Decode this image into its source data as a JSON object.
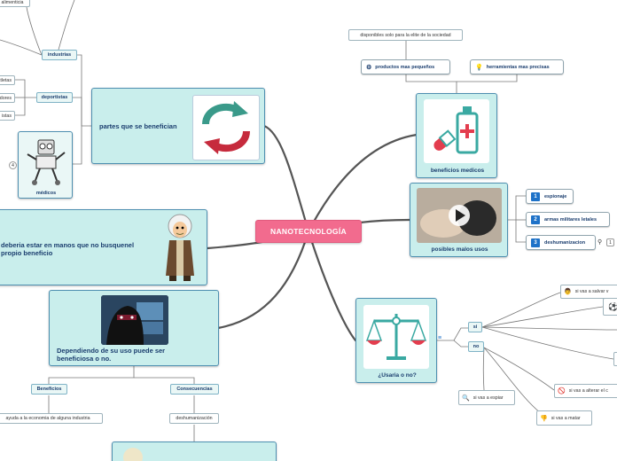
{
  "center": {
    "label": "NANOTECNOLOGÍA"
  },
  "partes": {
    "label": "partes que se benefician",
    "industrias": {
      "label": "industrias",
      "child": "alimenticia"
    },
    "deportistas": {
      "label": "deportistas",
      "children": [
        "atletas",
        "dores",
        "istas"
      ]
    },
    "medicos": {
      "label": "médicos",
      "badge": "4"
    }
  },
  "manos": {
    "label": "deberia estar en manos que no busquenel propio beneficio"
  },
  "uso": {
    "label": "Dependiendo de su uso puede ser beneficiosa o no.",
    "beneficios": {
      "label": "Beneficios",
      "child": "ayuda a la economia de alguna industria"
    },
    "consecuencias": {
      "label": "Consecuencias",
      "child": "deshumanización"
    }
  },
  "medicos_benef": {
    "label": "beneficios medicos",
    "productos": {
      "label": "productos mas pequeños",
      "child": "disponibles solo para la elite de la sociedad"
    },
    "herramientas": {
      "label": "herramientas mas precisas"
    }
  },
  "malos": {
    "label": "posibles malos usos",
    "items": [
      {
        "num": "1",
        "label": "espionaje"
      },
      {
        "num": "2",
        "label": "armas militares letales"
      },
      {
        "num": "3",
        "label": "deshumanizacion",
        "badge": "1"
      }
    ]
  },
  "usaria": {
    "label": "¿Usaria o no?",
    "si": {
      "label": "si",
      "children": [
        "si vas a salvar v"
      ]
    },
    "no": {
      "label": "no",
      "children": [
        "si vas a alterar el c",
        "si vas a matar",
        "si vas a espiar"
      ]
    }
  },
  "colors": {
    "node_fill": "#c9eeec",
    "center_fill": "#f26b8e",
    "link": "#555555",
    "text": "#1a3d6e"
  }
}
